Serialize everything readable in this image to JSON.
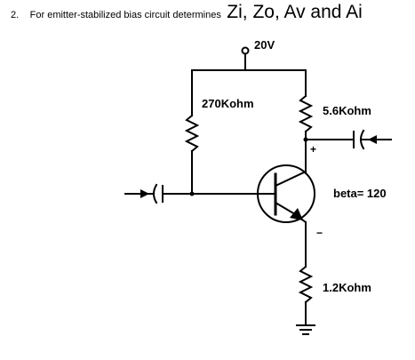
{
  "question": {
    "number": "2.",
    "text": "For emitter-stabilized bias circuit determines",
    "variables": "Zi, Zo, Av and Ai"
  },
  "circuit": {
    "supply_label": "20V",
    "rb_label": "270Kohm",
    "rc_label": "5.6Kohm",
    "re_label": "1.2Kohm",
    "beta_label": "beta= 120",
    "collector_sign": "+",
    "emitter_sign": "−"
  }
}
